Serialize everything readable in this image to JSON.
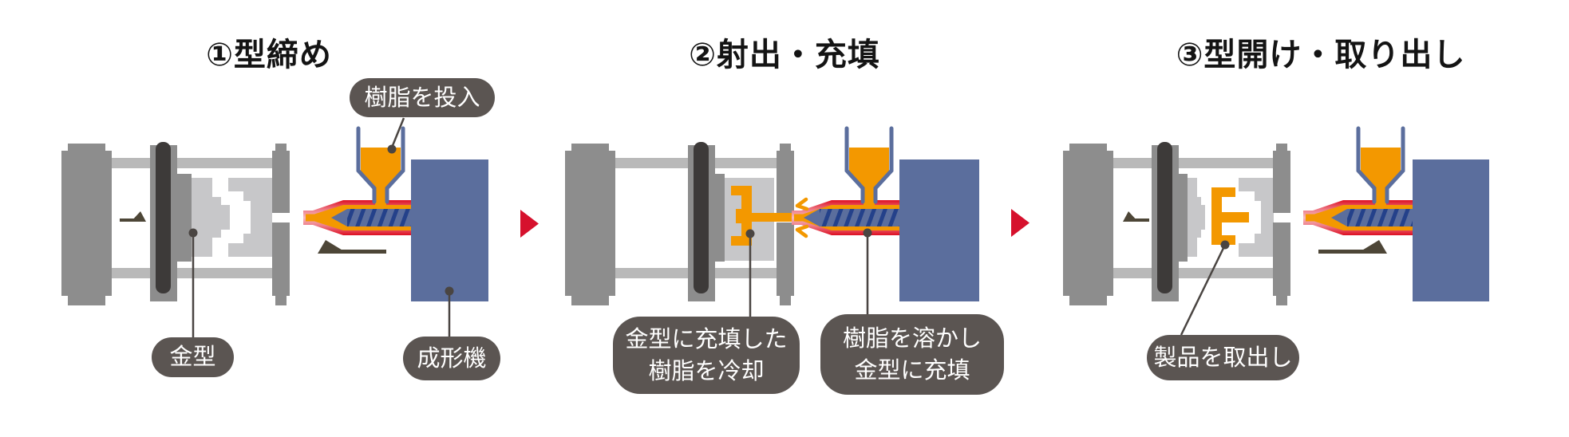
{
  "diagram": {
    "background": "#ffffff",
    "steps": [
      {
        "title": "①型締め",
        "labels": {
          "resin_feed": "樹脂を投入",
          "mold": "金型",
          "machine": "成形機"
        }
      },
      {
        "title": "②射出・充填",
        "labels": {
          "cool_line1": "金型に充填した",
          "cool_line2": "樹脂を冷却",
          "melt_line1": "樹脂を溶かし",
          "melt_line2": "金型に充填"
        }
      },
      {
        "title": "③型開け・取り出し",
        "labels": {
          "takeout": "製品を取出し"
        }
      }
    ],
    "colors": {
      "resin_orange": "#f39800",
      "machine_blue": "#5b6e9d",
      "barrel_red": "#dd0f22",
      "metal_gray": "#8d8d8d",
      "rail_gray": "#b9b9b9",
      "mold_gray": "#c7c7c9",
      "platen_dark": "#3d3a39",
      "label_bg": "#5b5552",
      "step_arrow_red": "#d6112d",
      "motion_arrow_olive": "#4d4637"
    }
  }
}
